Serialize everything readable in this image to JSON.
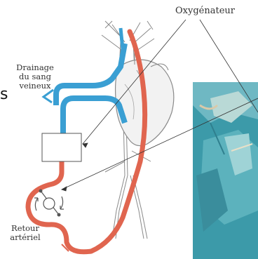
{
  "labels": {
    "oxygenator": "Oxygénateur",
    "drainage": [
      "Drainage",
      "du sang",
      "veineux"
    ],
    "return": [
      "Retour",
      "artériel"
    ],
    "fragment": "s"
  },
  "colors": {
    "venous": "#3a9fd3",
    "arterial": "#e0654f",
    "outline": "#8a8a8a",
    "photo_bg": "#4fa9b8",
    "photo_drape": "#9fd3d6"
  },
  "icons": [
    "heart-illustration",
    "pump-icon",
    "oxygenator-box",
    "surgical-photo"
  ]
}
